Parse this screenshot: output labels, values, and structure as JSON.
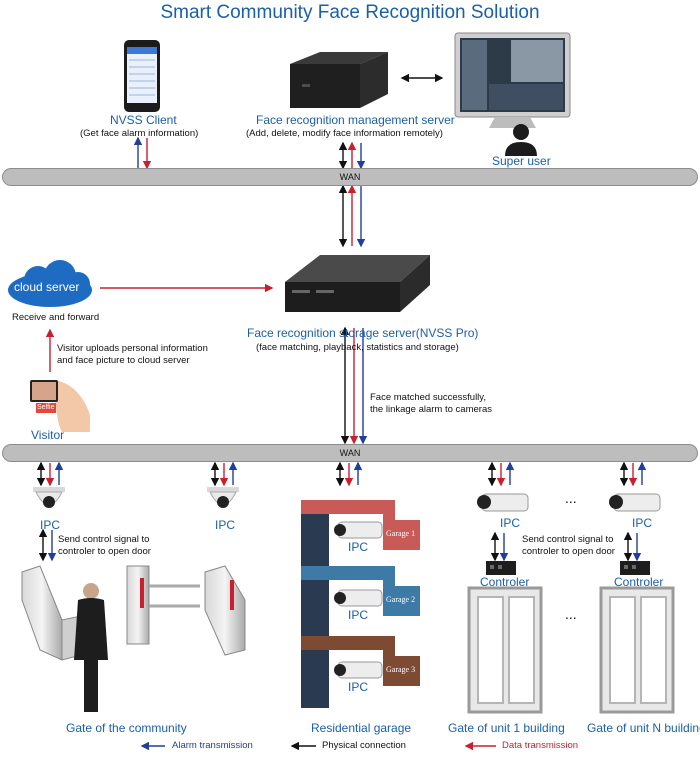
{
  "title": "Smart Community Face Recognition Solution",
  "nvss_client": {
    "label": "NVSS Client",
    "note": "(Get face alarm information)"
  },
  "mgmt_server": {
    "label": "Face recognition management server",
    "note": "(Add, delete, modify face information remotely)"
  },
  "super_user": {
    "label": "Super user"
  },
  "wan_top": "WAN",
  "wan_bottom": "WAN",
  "cloud": {
    "label": "cloud server",
    "note": "Receive and forward"
  },
  "visitor": {
    "label": "Visitor",
    "upload_note_1": "Visitor uploads personal information",
    "upload_note_2": "and face picture to cloud server",
    "selfie": "Selfie"
  },
  "storage": {
    "label": "Face recognition storage server(NVSS Pro)",
    "note": "(face matching, playback, statistics and storage)"
  },
  "face_match": {
    "line1": "Face matched successfully,",
    "line2": "the linkage alarm to cameras"
  },
  "ipc_label": "IPC",
  "gate_signal": {
    "line1": "Send control signal to",
    "line2": "controler to open door"
  },
  "unit_signal": {
    "line1": "Send control signal to",
    "line2": "controler to open door"
  },
  "controler_label": "Controler",
  "garages": [
    "Garage 1",
    "Garage 2",
    "Garage 3"
  ],
  "ellipsis": "...",
  "bottom_labels": {
    "community": "Gate of the community",
    "garage": "Residential garage",
    "unit1": "Gate of unit 1 building",
    "unitN": "Gate of unit N building"
  },
  "legend": {
    "alarm": "Alarm transmission",
    "physical": "Physical connection",
    "data": "Data transmission"
  },
  "colors": {
    "alarm": "#1f3f9a",
    "physical": "#111111",
    "data": "#c8202f",
    "accent": "#1a5fa8"
  }
}
